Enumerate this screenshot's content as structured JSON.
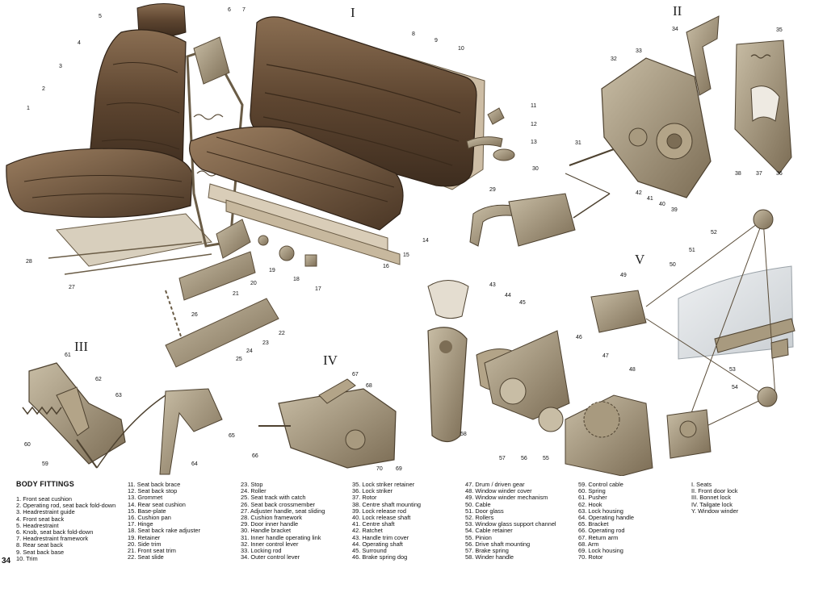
{
  "page_number": "34",
  "section_title": "BODY FITTINGS",
  "assembly_numerals": [
    "I",
    "II",
    "III",
    "IV",
    "V"
  ],
  "callouts": [
    "1",
    "2",
    "3",
    "4",
    "5",
    "6",
    "7",
    "8",
    "9",
    "10",
    "11",
    "12",
    "13",
    "14",
    "15",
    "16",
    "17",
    "18",
    "19",
    "20",
    "21",
    "22",
    "23",
    "24",
    "25",
    "26",
    "27",
    "28",
    "29",
    "30",
    "31",
    "32",
    "33",
    "34",
    "35",
    "36",
    "37",
    "38",
    "39",
    "40",
    "41",
    "42",
    "43",
    "44",
    "45",
    "46",
    "47",
    "48",
    "49",
    "50",
    "51",
    "52",
    "53",
    "54",
    "55",
    "56",
    "57",
    "58",
    "59",
    "60",
    "61",
    "62",
    "63",
    "64",
    "65",
    "66",
    "67",
    "68",
    "69",
    "70"
  ],
  "legend_columns": [
    [
      "1. Front seat cushion",
      "2. Operating rod, seat back fold-down",
      "3. Headrestraint guide",
      "4. Front seat back",
      "5. Headrestraint",
      "6. Knob, seat back fold-down",
      "7. Headrestraint framework",
      "8. Rear seat back",
      "9. Seat back base",
      "10. Trim"
    ],
    [
      "11. Seat back brace",
      "12. Seat back stop",
      "13. Grommet",
      "14. Rear seat cushion",
      "15. Base-plate",
      "16. Cushion pan",
      "17. Hinge",
      "18. Seat back rake adjuster",
      "19. Retainer",
      "20. Side trim",
      "21. Front seat trim",
      "22. Seat slide"
    ],
    [
      "23. Stop",
      "24. Roller",
      "25. Seat track with catch",
      "26. Seat back crossmember",
      "27. Adjuster handle, seat sliding",
      "28. Cushion framework",
      "29. Door inner handle",
      "30. Handle bracket",
      "31. Inner handle operating link",
      "32. Inner control lever",
      "33. Locking rod",
      "34. Outer control lever"
    ],
    [
      "35. Lock striker retainer",
      "36. Lock striker",
      "37. Rotor",
      "38. Centre shaft mounting",
      "39. Lock release rod",
      "40. Lock release shaft",
      "41. Centre shaft",
      "42. Ratchet",
      "43. Handle trim cover",
      "44. Operating shaft",
      "45. Surround",
      "46. Brake spring dog"
    ],
    [
      "47. Drum / driven gear",
      "48. Window winder cover",
      "49. Window winder mechanism",
      "50. Cable",
      "51. Door glass",
      "52. Rollers",
      "53. Window glass support channel",
      "54. Cable retainer",
      "55. Pinion",
      "56. Drive shaft mounting",
      "57. Brake spring",
      "58. Winder handle"
    ],
    [
      "59. Control cable",
      "60. Spring",
      "61. Pusher",
      "62. Hook",
      "63. Lock housing",
      "64. Operating handle",
      "65. Bracket",
      "66. Operating rod",
      "67. Return arm",
      "68. Arm",
      "69. Lock housing",
      "70. Rotor"
    ],
    [
      "I. Seats",
      "II. Front door lock",
      "III. Bonnet lock",
      "IV. Tailgate lock",
      "Y. Window winder"
    ]
  ],
  "colors": {
    "seat_leather": "#6b5238",
    "metal": "#9c8c70",
    "glass": "#d9dde0",
    "background": "#ffffff"
  }
}
